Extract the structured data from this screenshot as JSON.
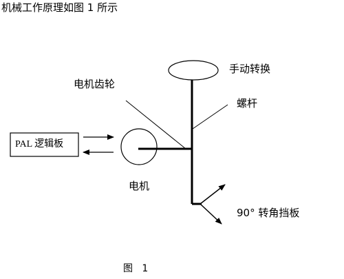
{
  "title": "机械工作原理如图 1 所示",
  "labels": {
    "handle": "手动转换",
    "motor_gear": "电机齿轮",
    "screw": "螺杆",
    "logic_board": "PAL 逻辑板",
    "motor": "电机",
    "baffle": "90° 转角挡板"
  },
  "caption": "图   1"
}
